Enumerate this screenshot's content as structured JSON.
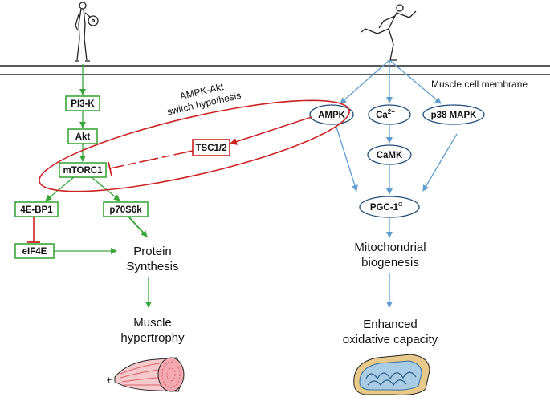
{
  "membrane": {
    "label": "Muscle cell membrane"
  },
  "hypothesis": {
    "line1": "AMPK-Akt",
    "line2": "switch hypothesis"
  },
  "nodes": {
    "pi3k": "PI3-K",
    "akt": "Akt",
    "mtorc1": "mTORC1",
    "tsc12": "TSC1/2",
    "ebp1": "4E-BP1",
    "p70s6k": "p70S6k",
    "eif4e": "eIF4E",
    "ampk": "AMPK",
    "ca": "Ca",
    "ca_sup": "2+",
    "p38": "p38 MAPK",
    "camk": "CaMK",
    "pgc": "PGC-1",
    "pgc_sup": "α"
  },
  "outcomes": {
    "protein_l1": "Protein",
    "protein_l2": "Synthesis",
    "hyper_l1": "Muscle",
    "hyper_l2": "hypertrophy",
    "mito_l1": "Mitochondrial",
    "mito_l2": "biogenesis",
    "oxid_l1": "Enhanced",
    "oxid_l2": "oxidative capacity"
  },
  "colors": {
    "green": "#3aa63a",
    "red": "#cc2222",
    "blue": "#5e9fd0",
    "dark_blue": "#1f4e79"
  }
}
